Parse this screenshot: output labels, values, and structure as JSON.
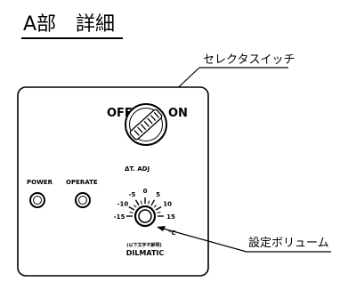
{
  "title": "A部　詳細",
  "callouts": {
    "selector_switch": "セレクタスイッチ",
    "setting_volume": "設定ボリューム"
  },
  "switch": {
    "off_label": "OFF",
    "on_label": "ON"
  },
  "indicators": {
    "power_label": "POWER",
    "operate_label": "OPERATE"
  },
  "dial": {
    "label": "ΔT. ADJ",
    "scale": [
      "-15",
      "-10",
      "-5",
      "0",
      "5",
      "10",
      "15"
    ],
    "unit": "°C"
  },
  "brand": {
    "subtext": "(以下文字不鮮明)",
    "name": "DILMATIC"
  }
}
